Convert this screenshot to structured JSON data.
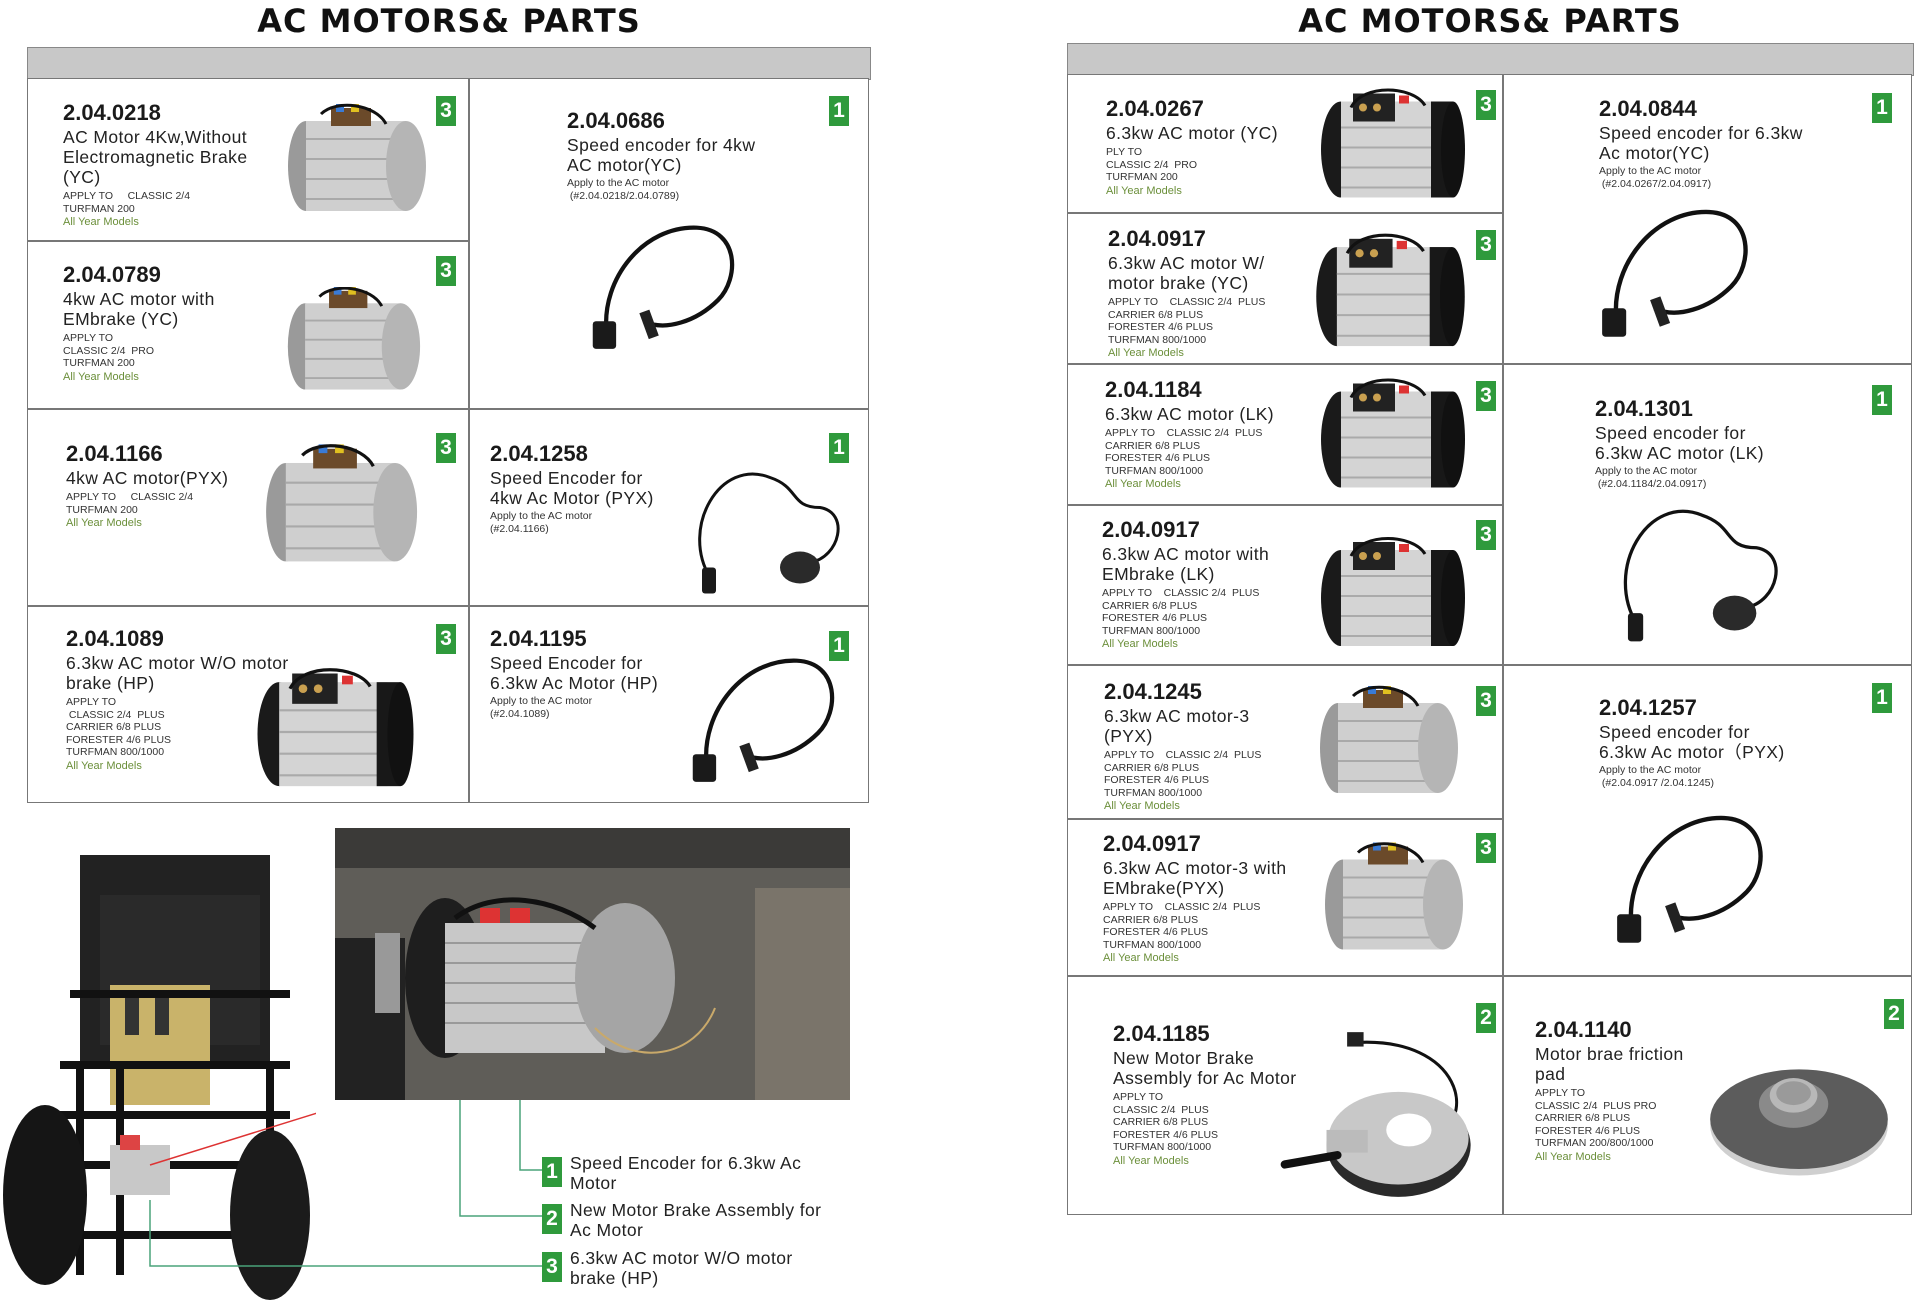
{
  "colors": {
    "badge": "#2f9a3c",
    "models_text": "#6b8f3a",
    "header_bar": "#c8c8c8"
  },
  "left_panel": {
    "title": "AC MOTORS& PARTS",
    "cards": [
      {
        "part_no": "2.04.0218",
        "title": [
          "AC Motor 4Kw,Without",
          "Electromagnetic Brake",
          "(YC)"
        ],
        "apply": [
          "APPLY TO     CLASSIC 2/4",
          "TURFMAN 200"
        ],
        "models": "All Year Models",
        "qty": "3",
        "image": "motor"
      },
      {
        "part_no": "2.04.0789",
        "title": [
          "4kw AC motor with",
          "EMbrake (YC)"
        ],
        "apply": [
          "APPLY TO",
          "CLASSIC 2/4  PRO",
          "TURFMAN 200"
        ],
        "models": "All Year Models",
        "qty": "3",
        "image": "motor"
      },
      {
        "part_no": "2.04.1166",
        "title": [
          "4kw AC motor(PYX)"
        ],
        "apply": [
          "APPLY TO     CLASSIC 2/4",
          "TURFMAN 200"
        ],
        "models": "All Year Models",
        "qty": "3",
        "image": "motor"
      },
      {
        "part_no": "2.04.1089",
        "title": [
          "6.3kw AC motor W/O motor",
          "brake (HP)"
        ],
        "apply": [
          "APPLY TO",
          " CLASSIC 2/4  PLUS",
          "CARRIER 6/8 PLUS",
          "FORESTER 4/6 PLUS",
          "TURFMAN 800/1000"
        ],
        "models": "All Year Models",
        "qty": "3",
        "image": "motor_black"
      },
      {
        "part_no": "2.04.0686",
        "title": [
          "Speed encoder for 4kw",
          "AC motor(YC)"
        ],
        "note": [
          "Apply to the AC motor",
          " (#2.04.0218/2.04.0789)"
        ],
        "qty": "1",
        "image": "encoder"
      },
      {
        "part_no": "2.04.1258",
        "title": [
          "Speed Encoder for",
          "4kw Ac Motor (PYX)"
        ],
        "note": [
          "Apply to the AC motor",
          "(#2.04.1166)"
        ],
        "qty": "1",
        "image": "encoder_loop"
      },
      {
        "part_no": "2.04.1195",
        "title": [
          "Speed Encoder for",
          "6.3kw Ac Motor (HP)"
        ],
        "note": [
          "Apply to the AC motor",
          "(#2.04.1089)"
        ],
        "qty": "1",
        "image": "encoder"
      }
    ]
  },
  "right_panel": {
    "title": "AC MOTORS& PARTS",
    "cards": [
      {
        "part_no": "2.04.0267",
        "title": [
          "6.3kw AC motor (YC)"
        ],
        "apply": [
          "PLY TO",
          "CLASSIC 2/4  PRO",
          "TURFMAN 200"
        ],
        "models": "All Year Models",
        "qty": "3",
        "image": "motor_black"
      },
      {
        "part_no": "2.04.0917",
        "title": [
          "6.3kw AC motor W/",
          "motor brake (YC)"
        ],
        "apply": [
          "APPLY TO    CLASSIC 2/4  PLUS",
          "CARRIER 6/8 PLUS",
          "FORESTER 4/6 PLUS",
          "TURFMAN 800/1000"
        ],
        "models": "All Year Models",
        "qty": "3",
        "image": "motor_black"
      },
      {
        "part_no": "2.04.1184",
        "title": [
          "6.3kw AC motor (LK)"
        ],
        "apply": [
          "APPLY TO    CLASSIC 2/4  PLUS",
          "CARRIER 6/8 PLUS",
          "FORESTER 4/6 PLUS",
          "TURFMAN 800/1000"
        ],
        "models": "All Year Models",
        "qty": "3",
        "image": "motor_black"
      },
      {
        "part_no": "2.04.0917",
        "title": [
          "6.3kw AC motor with",
          "EMbrake (LK)"
        ],
        "apply": [
          "APPLY TO    CLASSIC 2/4  PLUS",
          "CARRIER 6/8 PLUS",
          "FORESTER 4/6 PLUS",
          "TURFMAN 800/1000"
        ],
        "models": "All Year Models",
        "qty": "3",
        "image": "motor_black"
      },
      {
        "part_no": "2.04.1245",
        "title": [
          "6.3kw AC motor-3",
          "(PYX)"
        ],
        "apply": [
          "APPLY TO    CLASSIC 2/4  PLUS",
          "CARRIER 6/8 PLUS",
          "FORESTER 4/6 PLUS",
          "TURFMAN 800/1000"
        ],
        "models": "All Year Models",
        "qty": "3",
        "image": "motor"
      },
      {
        "part_no": "2.04.0917",
        "title": [
          "6.3kw AC motor-3 with",
          "EMbrake(PYX)"
        ],
        "apply": [
          "APPLY TO    CLASSIC 2/4  PLUS",
          "CARRIER 6/8 PLUS",
          "FORESTER 4/6 PLUS",
          "TURFMAN 800/1000"
        ],
        "models": "All Year Models",
        "qty": "3",
        "image": "motor"
      },
      {
        "part_no": "2.04.1185",
        "title": [
          "New Motor Brake",
          "Assembly for Ac Motor"
        ],
        "apply": [
          "APPLY TO",
          "CLASSIC 2/4  PLUS",
          "CARRIER 6/8 PLUS",
          "FORESTER 4/6 PLUS",
          "TURFMAN 800/1000"
        ],
        "models": "All Year Models",
        "qty": "2",
        "image": "brake"
      },
      {
        "part_no": "2.04.0844",
        "title": [
          "Speed encoder for 6.3kw",
          "Ac motor(YC)"
        ],
        "note": [
          "Apply to the AC motor",
          " (#2.04.0267/2.04.0917)"
        ],
        "qty": "1",
        "image": "encoder"
      },
      {
        "part_no": "2.04.1301",
        "title": [
          "Speed encoder for",
          "6.3kw AC motor (LK)"
        ],
        "note": [
          "Apply to the AC motor",
          " (#2.04.1184/2.04.0917)"
        ],
        "qty": "1",
        "image": "encoder_loop"
      },
      {
        "part_no": "2.04.1257",
        "title": [
          "Speed encoder for",
          "6.3kw Ac motor（PYX)"
        ],
        "note": [
          "Apply to the AC motor",
          " (#2.04.0917 /2.04.1245)"
        ],
        "qty": "1",
        "image": "encoder"
      },
      {
        "part_no": "2.04.1140",
        "title": [
          "Motor brae friction",
          "pad"
        ],
        "apply": [
          "APPLY TO",
          "CLASSIC 2/4  PLUS PRO",
          "CARRIER 6/8 PLUS",
          "FORESTER 4/6 PLUS",
          "TURFMAN 200/800/1000"
        ],
        "models": "All Year Models",
        "qty": "2",
        "image": "disc"
      }
    ]
  },
  "legend": [
    {
      "qty": "1",
      "label": "Speed Encoder for 6.3kw Ac Motor"
    },
    {
      "qty": "2",
      "label": "New Motor Brake Assembly for Ac Motor"
    },
    {
      "qty": "3",
      "label": "6.3kw AC motor W/O motor brake (HP)"
    }
  ]
}
